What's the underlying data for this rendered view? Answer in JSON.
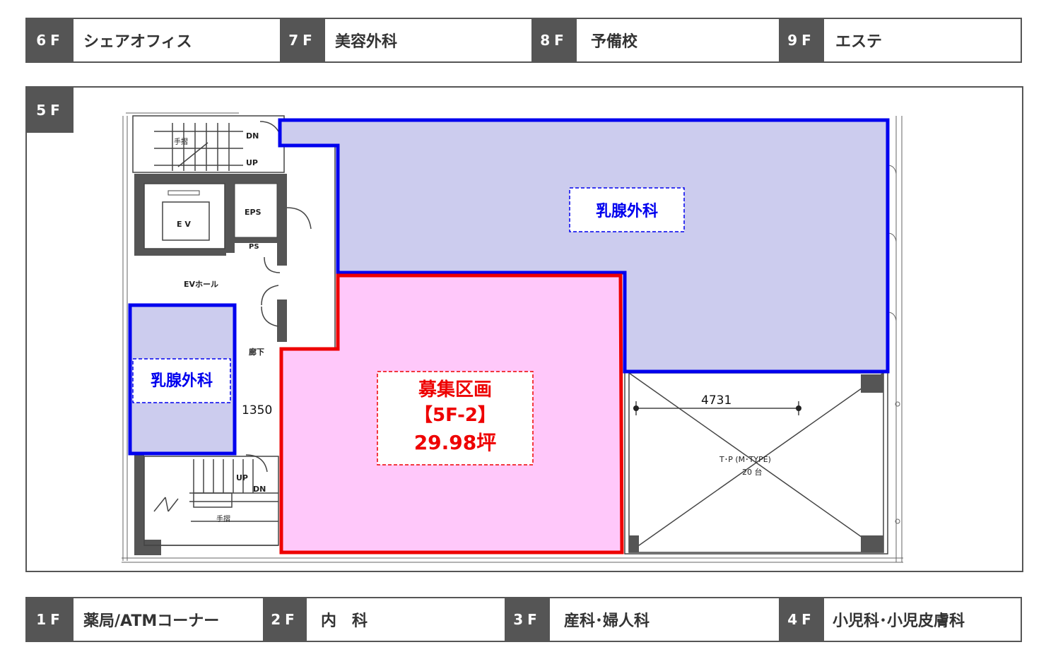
{
  "top_floors": [
    {
      "floor": "6F",
      "tenant": "シェアオフィス"
    },
    {
      "floor": "7F",
      "tenant": "美容外科"
    },
    {
      "floor": "8F",
      "tenant": "予備校"
    },
    {
      "floor": "9F",
      "tenant": "エステ"
    }
  ],
  "bottom_floors": [
    {
      "floor": "1F",
      "tenant": "薬局/ATMコーナー"
    },
    {
      "floor": "2F",
      "tenant": "内　科"
    },
    {
      "floor": "3F",
      "tenant": "産科･婦人科"
    },
    {
      "floor": "4F",
      "tenant": "小児科･小児皮膚科"
    }
  ],
  "plan": {
    "floor": "5F",
    "tenant_area_label": "乳腺外科",
    "tenant_area_label_2": "乳腺外科",
    "vacancy": {
      "title": "募集区画",
      "section": "【5F-2】",
      "area": "29.98坪"
    },
    "room_labels": {
      "ev": "E V",
      "eps": "EPS",
      "ps": "PS",
      "ev_hall": "EVホール",
      "corridor": "廊下",
      "stair_up_top": "UP",
      "stair_dn_top": "DN",
      "handrail_top": "手摺",
      "stair_up_bottom": "UP",
      "stair_dn_bottom": "DN",
      "handrail_bottom": "手摺",
      "dimension_left": "1350",
      "dimension_parking": "4731",
      "parking_label": "T･P (M･TYPE)",
      "parking_count": "20 台"
    },
    "colors": {
      "tenant_fill": "#ccccee",
      "tenant_border": "#0000ee",
      "vacancy_fill": "#ffc8fa",
      "vacancy_border": "#ee0000",
      "wall": "#555555"
    }
  }
}
